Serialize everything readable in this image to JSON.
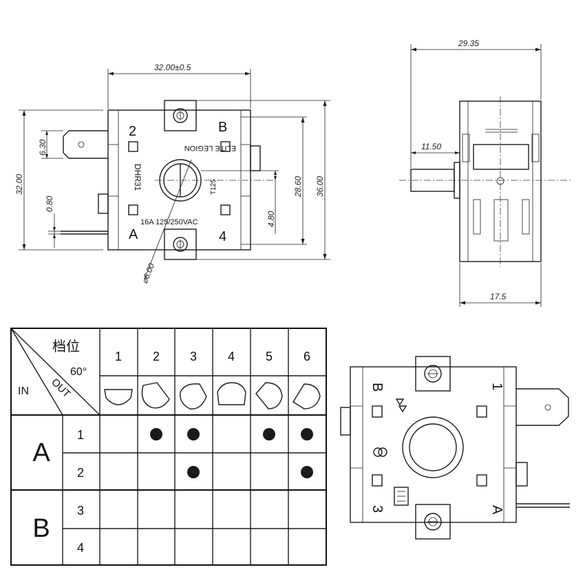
{
  "front_view": {
    "dim_width": "32.00±0.5",
    "dim_height_left": "32.00",
    "dim_tab": "6.30",
    "dim_pin": "0.80",
    "dim_inner": "28.60",
    "dim_outer": "36.00",
    "dim_offset": "4.80",
    "dim_shaft": "⌀6.00",
    "label_2": "2",
    "label_b": "B",
    "label_a": "A",
    "label_4": "4",
    "brand": "ELITE LEGION",
    "model": "DHR31",
    "temp": "T125",
    "rating": "16A 125/250VAC"
  },
  "side_view": {
    "dim_depth": "29.35",
    "dim_shaft_len": "11.50",
    "dim_body": "17.5"
  },
  "table": {
    "header_position": "档位",
    "header_angle": "60°",
    "header_in": "IN",
    "header_out": "OUT",
    "positions": [
      "1",
      "2",
      "3",
      "4",
      "5",
      "6"
    ],
    "groups": [
      {
        "input": "A",
        "outputs": [
          "1",
          "2"
        ]
      },
      {
        "input": "B",
        "outputs": [
          "3",
          "4"
        ]
      }
    ],
    "connections": [
      [
        false,
        true,
        true,
        false,
        true,
        true
      ],
      [
        false,
        false,
        true,
        false,
        false,
        true
      ],
      [
        false,
        false,
        false,
        false,
        false,
        false
      ],
      [
        false,
        false,
        false,
        false,
        false,
        false
      ]
    ]
  },
  "back_view": {
    "label_b": "B",
    "label_1": "1",
    "label_3": "3",
    "label_a": "A"
  }
}
